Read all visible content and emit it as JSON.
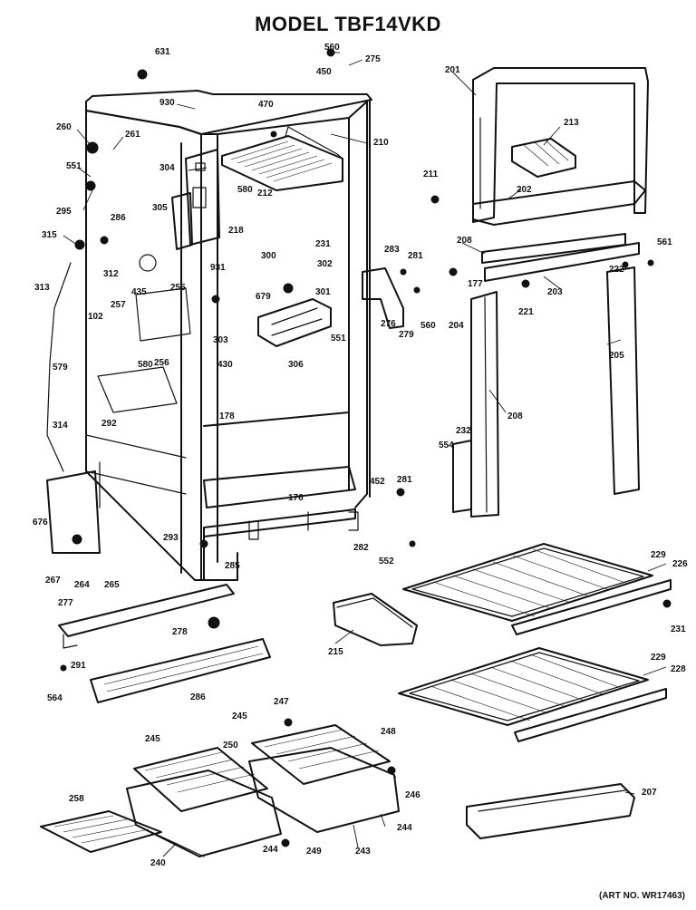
{
  "title": "MODEL TBF14VKD",
  "art_number": "(ART NO. WR17463)",
  "colors": {
    "ink": "#111111",
    "paper": "#ffffff"
  },
  "part_labels": [
    "631",
    "560",
    "275",
    "450",
    "201",
    "930",
    "470",
    "210",
    "213",
    "260",
    "261",
    "304",
    "551",
    "295",
    "286",
    "305",
    "212",
    "580",
    "218",
    "211",
    "202",
    "315",
    "312",
    "931",
    "300",
    "302",
    "231",
    "283",
    "281",
    "208",
    "561",
    "222",
    "313",
    "435",
    "257",
    "255",
    "679",
    "301",
    "177",
    "203",
    "102",
    "276",
    "560",
    "221",
    "204",
    "279",
    "303",
    "551",
    "306",
    "205",
    "256",
    "579",
    "580",
    "430",
    "178",
    "292",
    "314",
    "208",
    "232",
    "554",
    "281",
    "452",
    "176",
    "676",
    "293",
    "282",
    "552",
    "285",
    "267",
    "264",
    "265",
    "229",
    "226",
    "277",
    "278",
    "231",
    "215",
    "291",
    "564",
    "286",
    "229",
    "228",
    "247",
    "245",
    "245",
    "248",
    "250",
    "246",
    "258",
    "207",
    "244",
    "240",
    "244",
    "249",
    "243"
  ]
}
